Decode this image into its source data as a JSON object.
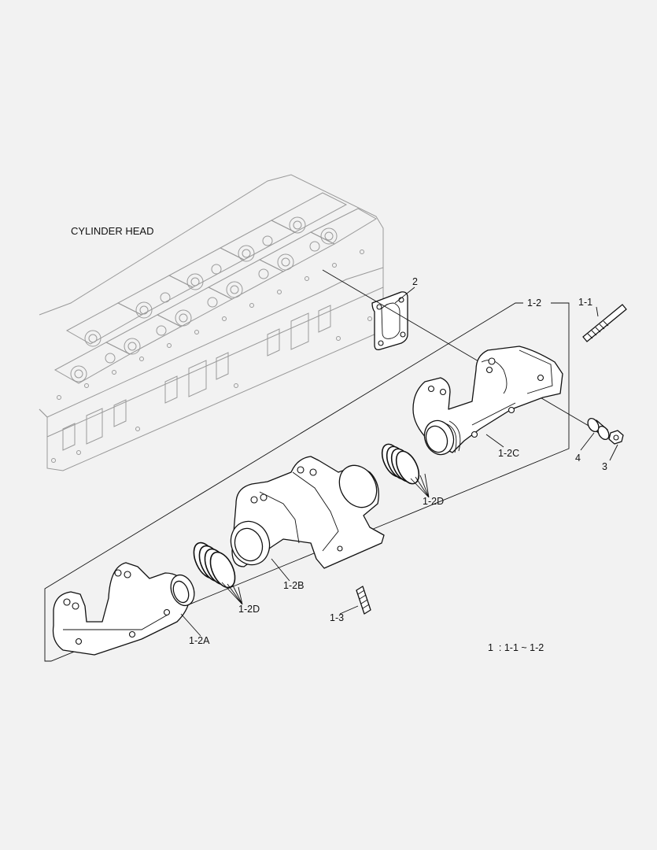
{
  "labels": {
    "cylinder_head": "CYLINDER HEAD",
    "gasket": "2",
    "manifold_assembly": "1-2",
    "stud_long": "1-1",
    "spacer": "4",
    "nut": "3",
    "manifold_rear": "1-2C",
    "seal_rings_upper": "1-2D",
    "manifold_center": "1-2B",
    "seal_rings_lower": "1-2D",
    "stud_short": "1-3",
    "manifold_front": "1-2A",
    "legend": "1  : 1-1 ~ 1-2"
  }
}
